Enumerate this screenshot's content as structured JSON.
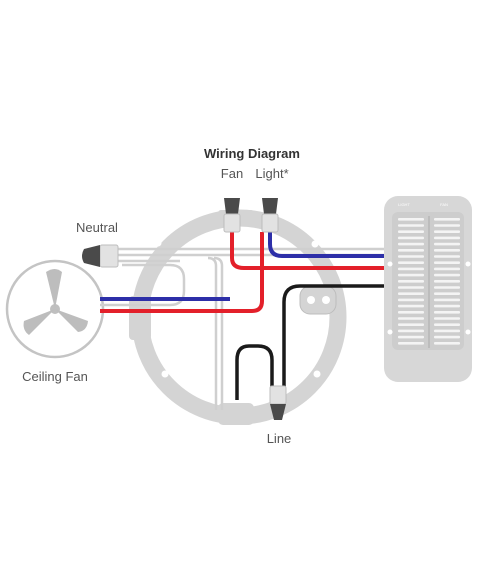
{
  "title": "Wiring Diagram",
  "labels": {
    "fan": "Fan",
    "light": "Light*",
    "neutral": "Neutral",
    "ceiling_fan": "Ceiling Fan",
    "line": "Line"
  },
  "control_panel": {
    "left_label": "LIGHT",
    "right_label": "FAN"
  },
  "colors": {
    "red_wire": "#e3202a",
    "blue_wire": "#2d2fa8",
    "black_wire": "#1a1a1a",
    "white_wire": "#cfcfcf",
    "box": "#d4d4d4",
    "connector": "#4a4a4a"
  },
  "icons": [
    "ceiling-fan-icon",
    "wire-nut-icon",
    "fan-control-panel"
  ]
}
